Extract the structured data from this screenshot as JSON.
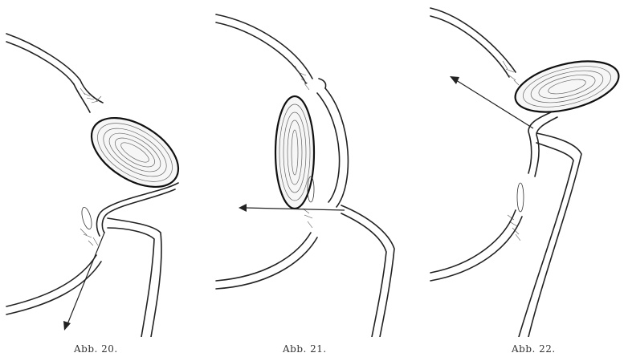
{
  "figures": [
    {
      "caption": "Abb. 20."
    },
    {
      "caption": "Abb. 21."
    },
    {
      "caption": "Abb. 22."
    }
  ]
}
